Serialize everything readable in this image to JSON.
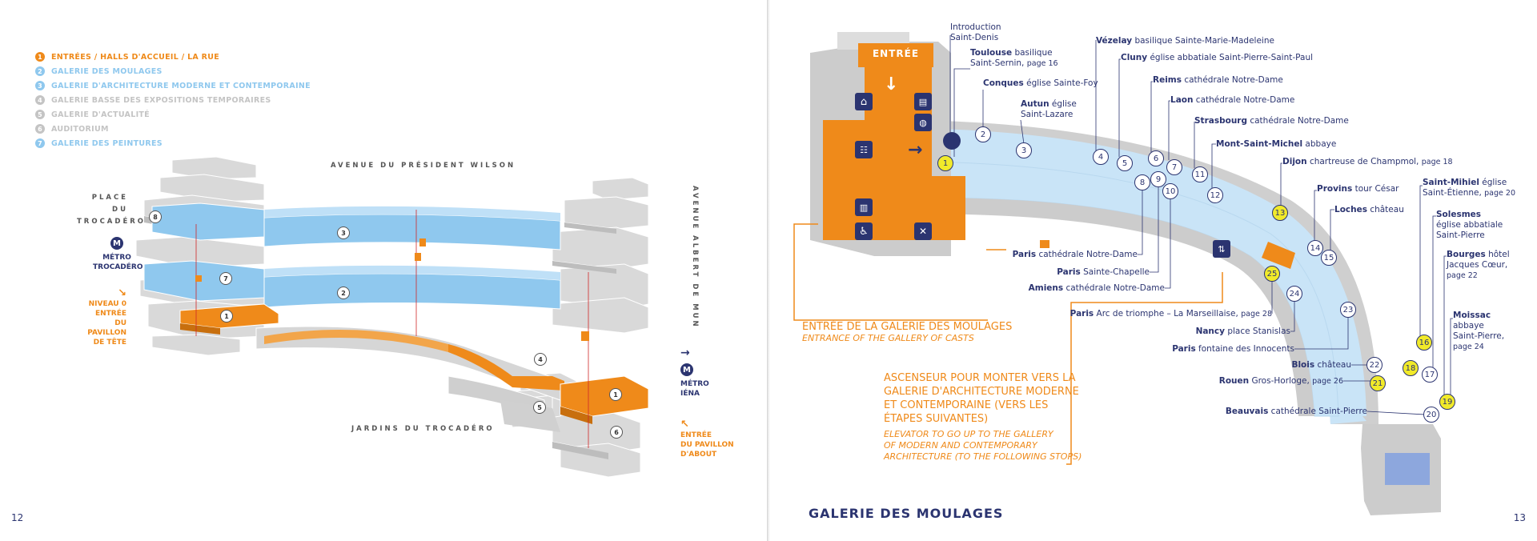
{
  "left_page": {
    "legend": [
      {
        "num": "1",
        "label": "ENTRÉES / HALLS D'ACCUEIL / LA RUE",
        "color": "#ef8a1a"
      },
      {
        "num": "2",
        "label": "GALERIE DES MOULAGES",
        "color": "#8fc8ee"
      },
      {
        "num": "3",
        "label": "GALERIE D'ARCHITECTURE MODERNE ET CONTEMPORAINE",
        "color": "#8fc8ee"
      },
      {
        "num": "4",
        "label": "GALERIE BASSE DES EXPOSITIONS TEMPORAIRES",
        "color": "#c4c4c4"
      },
      {
        "num": "5",
        "label": "GALERIE D'ACTUALITÉ",
        "color": "#c4c4c4"
      },
      {
        "num": "6",
        "label": "AUDITORIUM",
        "color": "#c4c4c4"
      },
      {
        "num": "7",
        "label": "GALERIE DES PEINTURES",
        "color": "#8fc8ee"
      }
    ],
    "place_trocadero": [
      "PLACE",
      "DU",
      "TROCADÉRO"
    ],
    "avenue_wilson": "AVENUE DU PRÉSIDENT WILSON",
    "avenue_mun": "AVENUE ALBERT DE MUN",
    "jardins": "JARDINS DU TROCADÉRO",
    "metro_symbol": "M",
    "metro_trocadero": [
      "MÉTRO",
      "TROCADÉRO"
    ],
    "metro_iena": [
      "MÉTRO",
      "IÉNA"
    ],
    "entree_tete": [
      "NIVEAU 0",
      "ENTRÉE",
      "DU PAVILLON",
      "DE TÊTE"
    ],
    "entree_about": [
      "ENTRÉE",
      "DU PAVILLON",
      "D'ABOUT"
    ],
    "building_numbers": [
      "8",
      "3",
      "7",
      "2",
      "1",
      "4",
      "5",
      "1",
      "6"
    ],
    "page_number": "12"
  },
  "right_page": {
    "title": "GALERIE DES MOULAGES",
    "page_number": "13",
    "entree": "ENTRÉE",
    "entrance_fr": "ENTRÉE DE LA GALERIE DES MOULAGES",
    "entrance_en": "ENTRANCE OF THE GALLERY OF CASTS",
    "elevator_fr": [
      "ASCENSEUR POUR MONTER VERS LA",
      "GALERIE D'ARCHITECTURE MODERNE",
      "ET CONTEMPORAINE (VERS LES",
      "ÉTAPES SUIVANTES)"
    ],
    "elevator_en": [
      "ELEVATOR TO GO UP TO THE GALLERY",
      "OF MODERN AND CONTEMPORARY",
      "ARCHITECTURE (TO THE FOLLOWING STOPS)"
    ],
    "stops": [
      {
        "num": "1",
        "highlight": true
      },
      {
        "num": "2",
        "highlight": false
      },
      {
        "num": "3",
        "highlight": false
      },
      {
        "num": "4",
        "highlight": false
      },
      {
        "num": "5",
        "highlight": false
      },
      {
        "num": "6",
        "highlight": false
      },
      {
        "num": "7",
        "highlight": false
      },
      {
        "num": "8",
        "highlight": false
      },
      {
        "num": "9",
        "highlight": false
      },
      {
        "num": "10",
        "highlight": false
      },
      {
        "num": "11",
        "highlight": false
      },
      {
        "num": "12",
        "highlight": false
      },
      {
        "num": "13",
        "highlight": true
      },
      {
        "num": "14",
        "highlight": false
      },
      {
        "num": "15",
        "highlight": false
      },
      {
        "num": "16",
        "highlight": true
      },
      {
        "num": "17",
        "highlight": false
      },
      {
        "num": "18",
        "highlight": true
      },
      {
        "num": "19",
        "highlight": true
      },
      {
        "num": "20",
        "highlight": false
      },
      {
        "num": "21",
        "highlight": true
      },
      {
        "num": "22",
        "highlight": false
      },
      {
        "num": "23",
        "highlight": false
      },
      {
        "num": "24",
        "highlight": false
      },
      {
        "num": "25",
        "highlight": true
      }
    ],
    "labels": {
      "intro": {
        "b": "",
        "t": "Introduction",
        "t2": "Saint-Denis"
      },
      "toulouse": {
        "b": "Toulouse",
        "t": " basilique",
        "t2": "Saint-Sernin, ",
        "p": "page 16"
      },
      "conques": {
        "b": "Conques",
        "t": " église Sainte-Foy"
      },
      "autun": {
        "b": "Autun",
        "t": " église",
        "t2": "Saint-Lazare"
      },
      "vezelay": {
        "b": "Vézelay",
        "t": " basilique Sainte-Marie-Madeleine"
      },
      "cluny": {
        "b": "Cluny",
        "t": " église abbatiale Saint-Pierre-Saint-Paul"
      },
      "reims": {
        "b": "Reims",
        "t": " cathédrale Notre-Dame"
      },
      "laon": {
        "b": "Laon",
        "t": " cathédrale Notre-Dame"
      },
      "strasbourg": {
        "b": "Strasbourg",
        "t": " cathédrale Notre-Dame"
      },
      "montstmichel": {
        "b": "Mont-Saint-Michel",
        "t": " abbaye"
      },
      "dijon": {
        "b": "Dijon",
        "t": " chartreuse de Champmol, ",
        "p": "page 18"
      },
      "provins": {
        "b": "Provins",
        "t": " tour César"
      },
      "loches": {
        "b": "Loches",
        "t": " château"
      },
      "sainthmihiel": {
        "b": "Saint-Mihiel",
        "t": " église",
        "t2": "Saint-Étienne, ",
        "p": "page 20"
      },
      "solesmes": {
        "b": "Solesmes",
        "t": "",
        "t2": "église abbatiale",
        "t3": "Saint-Pierre"
      },
      "bourges": {
        "b": "Bourges",
        "t": " hôtel",
        "t2": "Jacques Cœur,",
        "p": "page 22"
      },
      "moissac": {
        "b": "Moissac",
        "t": "",
        "t2": "abbaye",
        "t3": "Saint-Pierre,",
        "p": "page 24"
      },
      "parisnd": {
        "b": "Paris",
        "t": " cathédrale Notre-Dame"
      },
      "parissc": {
        "b": "Paris",
        "t": " Sainte-Chapelle"
      },
      "amiens": {
        "b": "Amiens",
        "t": " cathédrale Notre-Dame"
      },
      "parisarc": {
        "b": "Paris",
        "t": " Arc de triomphe – La Marseillaise, ",
        "p": "page 28"
      },
      "nancy": {
        "b": "Nancy",
        "t": " place Stanislas"
      },
      "parisfont": {
        "b": "Paris",
        "t": " fontaine des Innocents"
      },
      "blois": {
        "b": "Blois",
        "t": " château"
      },
      "rouen": {
        "b": "Rouen",
        "t": " Gros-Horloge, ",
        "p": "page 26"
      },
      "beauvais": {
        "b": "Beauvais",
        "t": " cathédrale Saint-Pierre"
      }
    }
  },
  "colors": {
    "navy": "#2b3470",
    "orange": "#ef8a1a",
    "light_blue": "#c9e4f7",
    "blue": "#8fc8ee",
    "gray": "#c8c8c8",
    "yellow": "#f1ea2a"
  }
}
